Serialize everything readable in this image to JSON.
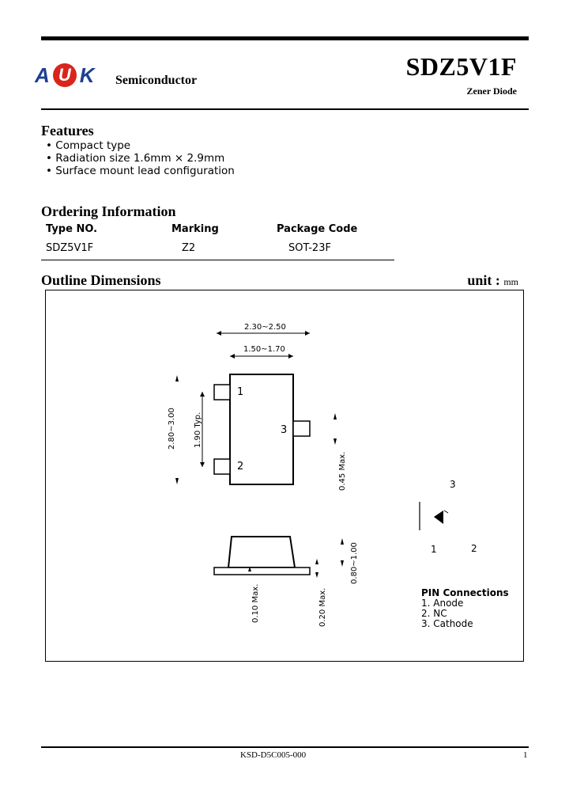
{
  "header": {
    "logo_letters": [
      "A",
      "U",
      "K"
    ],
    "company": "Semiconductor",
    "part_number": "SDZ5V1F",
    "device_type": "Zener Diode"
  },
  "features": {
    "title": "Features",
    "items": [
      "Compact type",
      "Radiation size 1.6mm × 2.9mm",
      "Surface mount lead configuration"
    ]
  },
  "ordering": {
    "title": "Ordering Information",
    "headers": [
      "Type NO.",
      "Marking",
      "Package Code"
    ],
    "rows": [
      [
        "SDZ5V1F",
        "Z2",
        "SOT-23F"
      ]
    ]
  },
  "outline": {
    "title": "Outline Dimensions",
    "unit_label": "unit :",
    "unit": "mm",
    "dims": {
      "overall_width": "2.30~2.50",
      "body_width": "1.50~1.70",
      "overall_length": "2.80~3.00",
      "pin_pitch": "1.90 Typ.",
      "lead_width": "0.45 Max.",
      "height": "0.80~1.00",
      "standoff": "0.10 Max.",
      "lead_thickness": "0.20 Max."
    },
    "pins": [
      "1",
      "2",
      "3"
    ]
  },
  "pin_connections": {
    "title": "PIN Connections",
    "items": [
      "1. Anode",
      "2. NC",
      "3. Cathode"
    ]
  },
  "footer": {
    "doc_code": "KSD-D5C005-000",
    "page": "1"
  }
}
